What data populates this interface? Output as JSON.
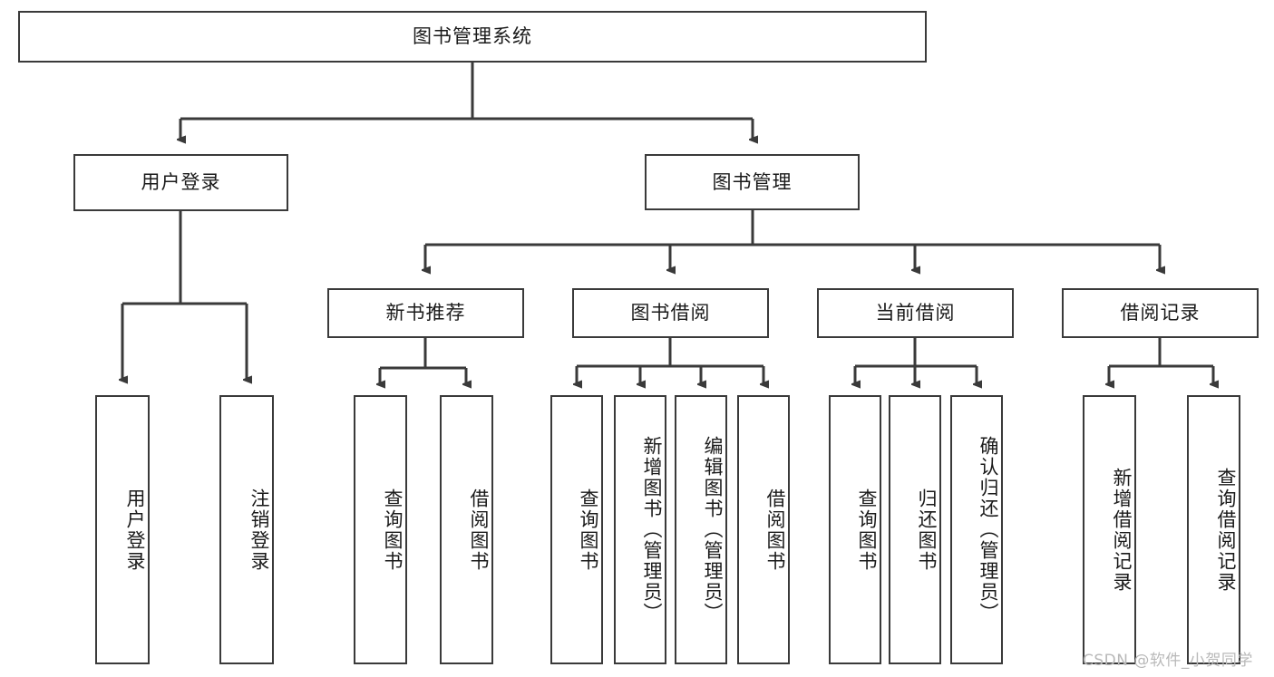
{
  "diagram": {
    "type": "tree-hierarchy-chart",
    "title": "图书管理系统",
    "line_color": "#3a3a3a",
    "box_fill": "#ffffff",
    "background": "#ffffff",
    "watermark": "CSDN @软件_小贺同学"
  },
  "nodes": {
    "root": {
      "label": "图书管理系统"
    },
    "level1": [
      {
        "id": "user-login",
        "label": "用户登录"
      },
      {
        "id": "book-manage",
        "label": "图书管理"
      }
    ],
    "level2": [
      {
        "id": "new-book-recommend",
        "label": "新书推荐"
      },
      {
        "id": "book-borrow",
        "label": "图书借阅"
      },
      {
        "id": "current-borrow",
        "label": "当前借阅"
      },
      {
        "id": "borrow-record",
        "label": "借阅记录"
      }
    ],
    "leaves": {
      "user_login": [
        {
          "id": "leaf-user-login",
          "label": "用户登录"
        },
        {
          "id": "leaf-logout-login",
          "label": "注销登录"
        }
      ],
      "new_book_recommend": [
        {
          "id": "leaf-query-book-1",
          "label": "查询图书"
        },
        {
          "id": "leaf-borrow-book-1",
          "label": "借阅图书"
        }
      ],
      "book_borrow": [
        {
          "id": "leaf-query-book-2",
          "label": "查询图书"
        },
        {
          "id": "leaf-add-book",
          "label": "新增图书（管理员）"
        },
        {
          "id": "leaf-edit-book",
          "label": "编辑图书（管理员）"
        },
        {
          "id": "leaf-borrow-book-2",
          "label": "借阅图书"
        }
      ],
      "current_borrow": [
        {
          "id": "leaf-query-book-3",
          "label": "查询图书"
        },
        {
          "id": "leaf-return-book",
          "label": "归还图书"
        },
        {
          "id": "leaf-confirm-return",
          "label": "确认归还（管理员）"
        }
      ],
      "borrow_record": [
        {
          "id": "leaf-add-record",
          "label": "新增借阅记录"
        },
        {
          "id": "leaf-query-record",
          "label": "查询借阅记录"
        }
      ]
    }
  }
}
